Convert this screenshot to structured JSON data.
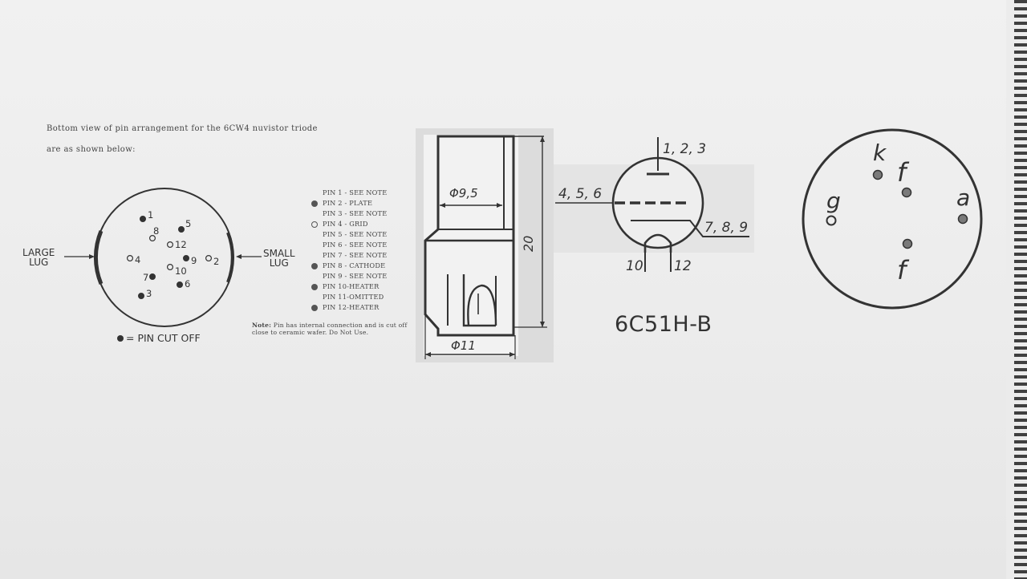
{
  "intro": {
    "line1": "Bottom view of pin arrangement for the 6CW4 nuvistor triode",
    "line2": "are as shown below:"
  },
  "left_diagram": {
    "large_lug": [
      "LARGE",
      "LUG"
    ],
    "small_lug": [
      "SMALL",
      "LUG"
    ],
    "legend": "= PIN CUT OFF",
    "pins": [
      {
        "label": "1",
        "kind": "cut"
      },
      {
        "label": "2",
        "kind": "open"
      },
      {
        "label": "3",
        "kind": "cut"
      },
      {
        "label": "4",
        "kind": "open"
      },
      {
        "label": "5",
        "kind": "cut"
      },
      {
        "label": "6",
        "kind": "cut"
      },
      {
        "label": "7",
        "kind": "cut"
      },
      {
        "label": "8",
        "kind": "open"
      },
      {
        "label": "9",
        "kind": "cut"
      },
      {
        "label": "10",
        "kind": "open"
      },
      {
        "label": "12",
        "kind": "open"
      }
    ]
  },
  "pin_list": [
    {
      "text": "PIN  1 - SEE NOTE",
      "mark": "none"
    },
    {
      "text": "PIN  2 - PLATE",
      "mark": "cut"
    },
    {
      "text": "PIN  3 - SEE NOTE",
      "mark": "none"
    },
    {
      "text": "PIN  4 - GRID",
      "mark": "open"
    },
    {
      "text": "PIN  5 - SEE NOTE",
      "mark": "none"
    },
    {
      "text": "PIN  6 - SEE NOTE",
      "mark": "none"
    },
    {
      "text": "PIN  7 - SEE NOTE",
      "mark": "none"
    },
    {
      "text": "PIN  8 - CATHODE",
      "mark": "cut"
    },
    {
      "text": "PIN  9 - SEE NOTE",
      "mark": "none"
    },
    {
      "text": "PIN  10-HEATER",
      "mark": "cut"
    },
    {
      "text": "PIN  11-OMITTED",
      "mark": "none"
    },
    {
      "text": "PIN  12-HEATER",
      "mark": "cut"
    }
  ],
  "note": {
    "label": "Note:",
    "text": "Pin has internal connection and is cut off close to ceramic wafer. Do Not Use."
  },
  "drawing": {
    "dia_top": "Φ9,5",
    "dia_bottom": "Φ11",
    "height": "20"
  },
  "symbol": {
    "top": "1, 2, 3",
    "left": "4, 5, 6",
    "right": "7, 8, 9",
    "bottom_left": "10",
    "bottom_right": "12",
    "title": "6C51H-B"
  },
  "base_view": {
    "k": "k",
    "f1": "f",
    "g": "g",
    "a": "a",
    "f2": "f"
  }
}
